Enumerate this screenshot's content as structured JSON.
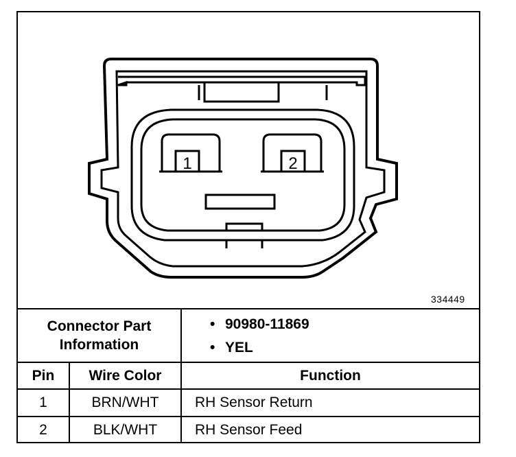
{
  "figure_id": "334449",
  "connector": {
    "pin_labels": [
      "1",
      "2"
    ]
  },
  "table": {
    "part_info_label": "Connector Part Information",
    "part_info_items": [
      "90980-11869",
      "YEL"
    ],
    "headers": {
      "pin": "Pin",
      "wire_color": "Wire Color",
      "function": "Function"
    },
    "rows": [
      {
        "pin": "1",
        "wire_color": "BRN/WHT",
        "function": "RH Sensor Return"
      },
      {
        "pin": "2",
        "wire_color": "BLK/WHT",
        "function": "RH Sensor Feed"
      }
    ]
  }
}
